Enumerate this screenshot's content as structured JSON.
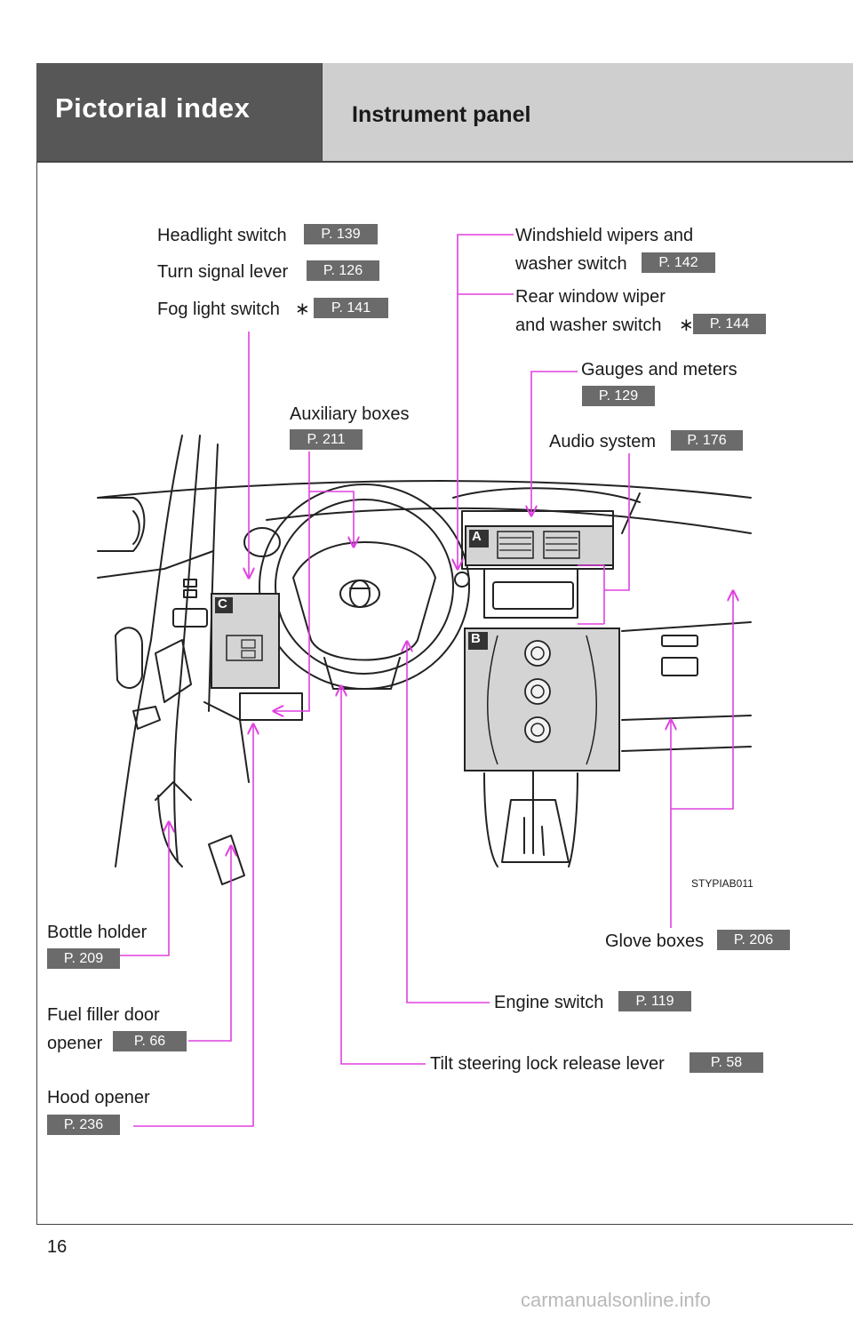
{
  "header": {
    "section_title": "Pictorial index",
    "subsection_title": "Instrument panel"
  },
  "page_number": "16",
  "watermark": "carmanualsonline.info",
  "illustration_code": "STYPIAB011",
  "asterisk": "∗",
  "callout_letters": {
    "a": "A",
    "b": "B",
    "c": "C"
  },
  "colors": {
    "leader_line": "#e040e0",
    "badge_bg": "#6b6b6b",
    "header_dark": "#575757",
    "header_light": "#cfcfcf"
  },
  "callouts": {
    "headlight_switch": {
      "label": "Headlight switch",
      "page": "P. 139"
    },
    "turn_signal_lever": {
      "label": "Turn signal lever",
      "page": "P. 126"
    },
    "fog_light_switch": {
      "label": "Fog light switch",
      "page": "P. 141"
    },
    "windshield_wipers": {
      "label_line1": "Windshield wipers and",
      "label_line2": "washer switch",
      "page": "P. 142"
    },
    "rear_window_wiper": {
      "label_line1": "Rear window wiper",
      "label_line2": "and washer switch",
      "page": "P. 144"
    },
    "gauges_meters": {
      "label": "Gauges and meters",
      "page": "P. 129"
    },
    "auxiliary_boxes": {
      "label": "Auxiliary boxes",
      "page": "P. 211"
    },
    "audio_system": {
      "label": "Audio system",
      "page": "P. 176"
    },
    "bottle_holder": {
      "label": "Bottle holder",
      "page": "P. 209"
    },
    "glove_boxes": {
      "label": "Glove boxes",
      "page": "P. 206"
    },
    "engine_switch": {
      "label": "Engine switch",
      "page": "P. 119"
    },
    "fuel_filler_door": {
      "label_line1": "Fuel filler door",
      "label_line2": "opener",
      "page": "P. 66"
    },
    "tilt_steering": {
      "label": "Tilt steering lock release lever",
      "page": "P. 58"
    },
    "hood_opener": {
      "label": "Hood opener",
      "page": "P. 236"
    }
  }
}
